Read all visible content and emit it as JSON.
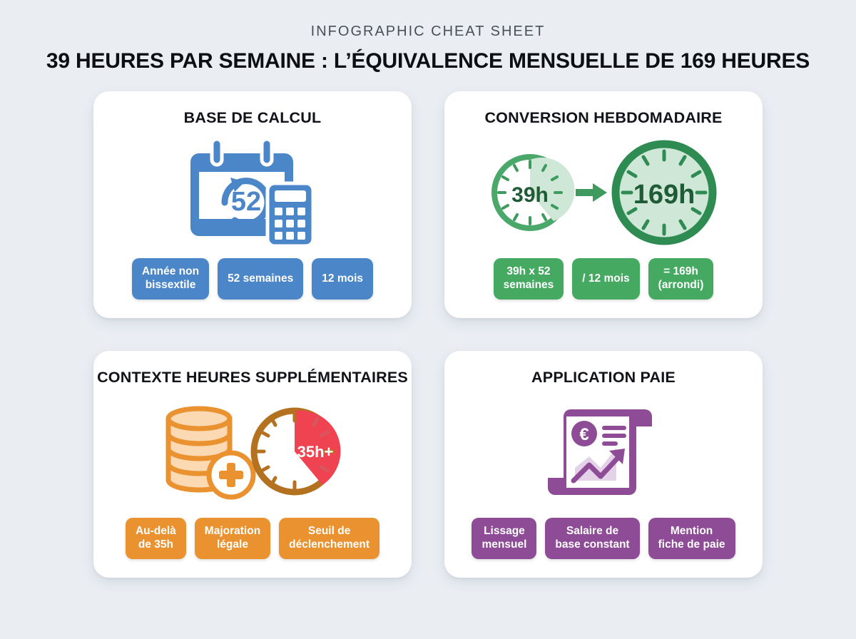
{
  "header": {
    "eyebrow": "INFOGRAPHIC CHEAT SHEET",
    "title": "39 HEURES PAR SEMAINE : L’ÉQUIVALENCE MENSUELLE DE 169 HEURES"
  },
  "colors": {
    "background": "#eaeef3",
    "card": "#ffffff",
    "title": "#111318",
    "eyebrow": "#4a4f57",
    "blue": "#4a86c8",
    "green": "#45a961",
    "green_dark": "#2e8b52",
    "green_light": "#d3ead9",
    "orange": "#e9922f",
    "orange_light": "#fbd9b3",
    "orange_dark": "#b4711f",
    "red": "#ef4351",
    "purple": "#8e4b96",
    "purple_light": "#e4d2e8"
  },
  "cards": [
    {
      "id": "base-de-calcul",
      "title": "BASE DE CALCUL",
      "accent": "blue",
      "icon": "calendar-calculator-icon",
      "icon_label": "52",
      "pills": [
        "Année non\nbissextile",
        "52 semaines",
        "12 mois"
      ]
    },
    {
      "id": "conversion-hebdomadaire",
      "title": "CONVERSION HEBDOMADAIRE",
      "accent": "green",
      "icon": "clock-conversion-icon",
      "clock_from": "39h",
      "clock_to": "169h",
      "pills": [
        "39h x 52\nsemaines",
        "/ 12 mois",
        "= 169h\n(arrondi)"
      ]
    },
    {
      "id": "contexte-heures-supplementaires",
      "title": "CONTEXTE HEURES SUPPLÉMENTAIRES",
      "accent": "orange",
      "icon": "coins-clock-icon",
      "clock_label": "35h+",
      "pills": [
        "Au-delà\nde 35h",
        "Majoration\nlégale",
        "Seuil de\ndéclenchement"
      ]
    },
    {
      "id": "application-paie",
      "title": "APPLICATION PAIE",
      "accent": "purple",
      "icon": "payslip-chart-icon",
      "icon_symbol": "€",
      "pills": [
        "Lissage\nmensuel",
        "Salaire de\nbase constant",
        "Mention\nfiche de paie"
      ]
    }
  ]
}
